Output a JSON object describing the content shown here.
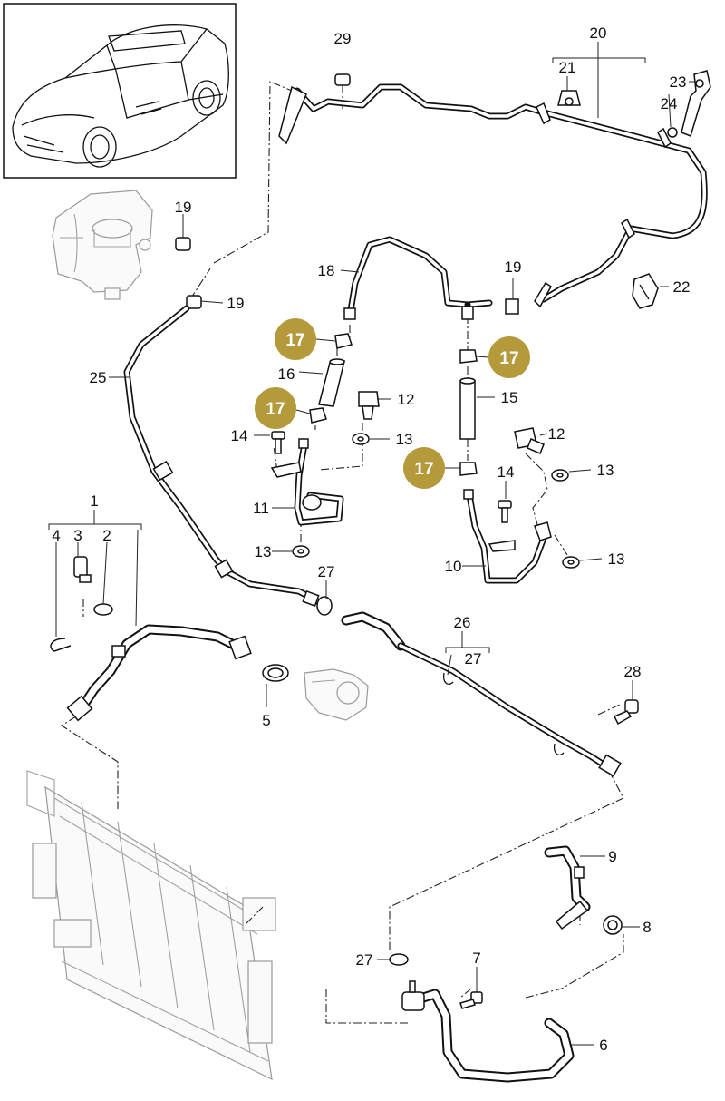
{
  "diagram": {
    "labels": [
      {
        "id": "l29",
        "text": "29"
      },
      {
        "id": "l20",
        "text": "20"
      },
      {
        "id": "l21",
        "text": "21"
      },
      {
        "id": "l23",
        "text": "23"
      },
      {
        "id": "l24",
        "text": "24"
      },
      {
        "id": "l19a",
        "text": "19"
      },
      {
        "id": "l19b",
        "text": "19"
      },
      {
        "id": "l19c",
        "text": "19"
      },
      {
        "id": "l18",
        "text": "18"
      },
      {
        "id": "l22",
        "text": "22"
      },
      {
        "id": "l25",
        "text": "25"
      },
      {
        "id": "l16",
        "text": "16"
      },
      {
        "id": "l15",
        "text": "15"
      },
      {
        "id": "l12a",
        "text": "12"
      },
      {
        "id": "l12b",
        "text": "12"
      },
      {
        "id": "l14a",
        "text": "14"
      },
      {
        "id": "l14b",
        "text": "14"
      },
      {
        "id": "l13a",
        "text": "13"
      },
      {
        "id": "l13b",
        "text": "13"
      },
      {
        "id": "l13c",
        "text": "13"
      },
      {
        "id": "l13d",
        "text": "13"
      },
      {
        "id": "l11",
        "text": "11"
      },
      {
        "id": "l10",
        "text": "10"
      },
      {
        "id": "l1",
        "text": "1"
      },
      {
        "id": "l4",
        "text": "4"
      },
      {
        "id": "l3",
        "text": "3"
      },
      {
        "id": "l2",
        "text": "2"
      },
      {
        "id": "l27a",
        "text": "27"
      },
      {
        "id": "l26",
        "text": "26"
      },
      {
        "id": "l27b",
        "text": "27"
      },
      {
        "id": "l28",
        "text": "28"
      },
      {
        "id": "l5",
        "text": "5"
      },
      {
        "id": "l9",
        "text": "9"
      },
      {
        "id": "l8",
        "text": "8"
      },
      {
        "id": "l27c",
        "text": "27"
      },
      {
        "id": "l7",
        "text": "7"
      },
      {
        "id": "l6",
        "text": "6"
      }
    ],
    "highlights": [
      {
        "id": "b1",
        "text": "17"
      },
      {
        "id": "b2",
        "text": "17"
      },
      {
        "id": "b3",
        "text": "17"
      },
      {
        "id": "b4",
        "text": "17"
      }
    ],
    "colors": {
      "highlight": "#b59a3c",
      "line": "#111111",
      "ghost": "#a0a0a0"
    }
  }
}
